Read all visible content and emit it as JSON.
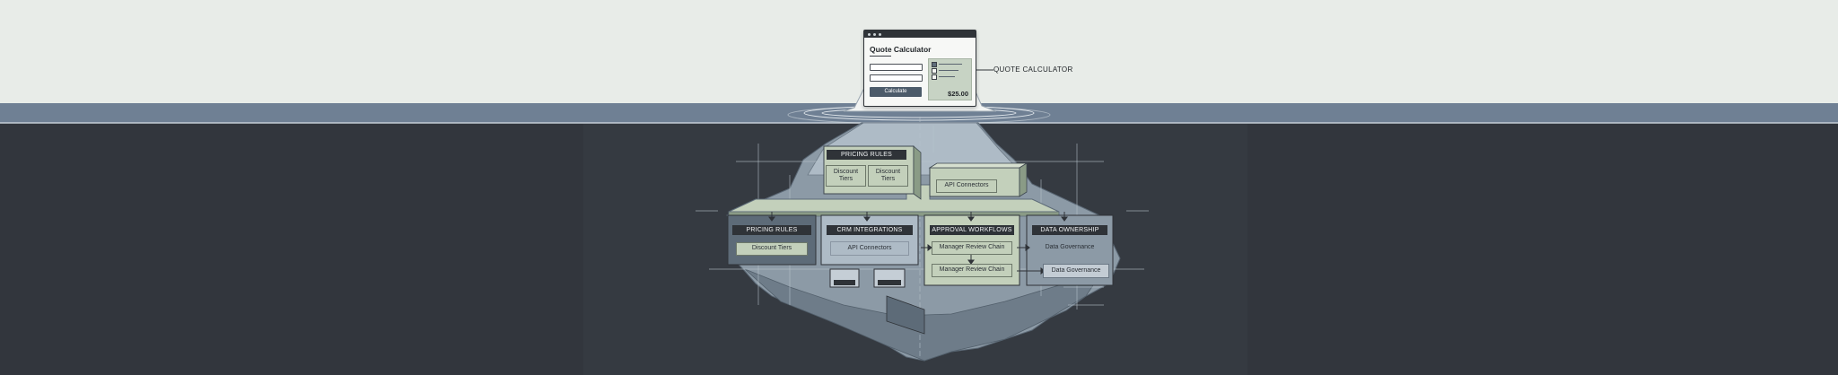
{
  "quote_calculator": {
    "title": "Quote Calculator",
    "button_label": "Calculate",
    "price": "$25.00",
    "callout_label": "QUOTE CALCULATOR"
  },
  "top_block": {
    "header": "PRICING RULES",
    "tiles": [
      "Discount\nTiers",
      "Discount\nTiers"
    ],
    "api_tile": "API Connectors"
  },
  "modules": {
    "pricing_rules": {
      "header": "PRICING RULES",
      "item": "Discount Tiers"
    },
    "crm_integrations": {
      "header": "CRM INTEGRATIONS",
      "item": "API Connectors"
    },
    "approval_workflows": {
      "header": "APPROVAL WORKFLOWS",
      "items": [
        "Manager Review Chain",
        "Manager Review Chain"
      ]
    },
    "data_ownership": {
      "header": "DATA OWNERSHIP",
      "items": [
        "Data Governance",
        "Data Governance"
      ]
    }
  },
  "colors": {
    "sky": "#e8ece8",
    "water": "#6f8094",
    "deep": "#32363d",
    "ice_light": "#aebbc6",
    "ice_mid": "#8c9aa6",
    "ice_dark": "#5d6b78",
    "sage": "#c3d0bb",
    "dark_label": "#2f3338"
  }
}
